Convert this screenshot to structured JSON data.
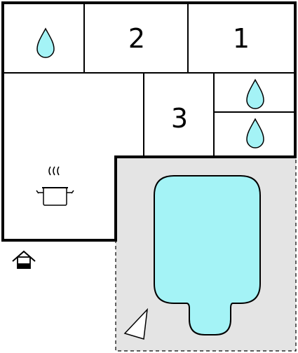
{
  "rooms": [
    {
      "id": "bedroom-2",
      "label": "2"
    },
    {
      "id": "bedroom-1",
      "label": "1"
    },
    {
      "id": "bedroom-3",
      "label": "3"
    }
  ],
  "icons": {
    "bathroom": "water-drop-icon",
    "kitchen": "cooking-pot-icon",
    "entrance": "house-entrance-icon",
    "north": "north-arrow-icon"
  },
  "colors": {
    "wall": "#000000",
    "pool": "#a4f3f6",
    "terrace": "#e4e4e4",
    "background": "#ffffff"
  }
}
